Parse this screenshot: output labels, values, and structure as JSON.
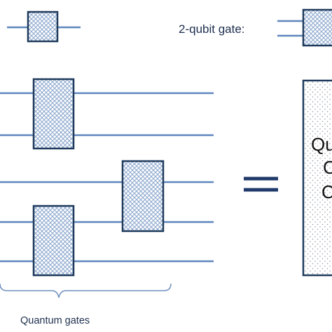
{
  "labels": {
    "two_qubit_gate": "2-qubit gate:",
    "quantum_gates": "Quantum gates"
  },
  "output_box": {
    "lines": [
      "Qu",
      "C",
      "C"
    ]
  },
  "colors": {
    "wire": "#5d86bd",
    "gate_border": "#1f3a5c",
    "gate_hatch": "#8ea9cf",
    "text": "#1e2f4f",
    "equals": "#1f3a6b"
  },
  "icons": {
    "equals": "equals-sign",
    "brace": "curly-brace-horizontal"
  }
}
